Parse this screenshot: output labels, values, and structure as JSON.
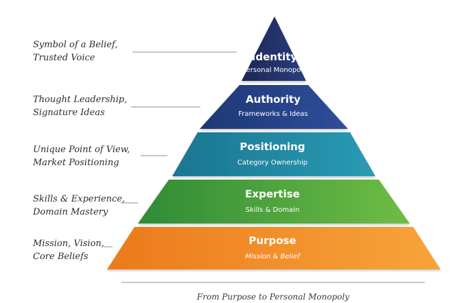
{
  "tiers": [
    {
      "title": "Identity",
      "subtitle": "Personal Monopoly",
      "subtitle_italic": false,
      "color_light": "#2c3d7e",
      "color_dark": "#1b2756"
    },
    {
      "title": "Authority",
      "subtitle": "Frameworks & Ideas",
      "subtitle_italic": false,
      "color_light": "#2f4e9b",
      "color_dark": "#1e3775"
    },
    {
      "title": "Positioning",
      "subtitle": "Category Ownership",
      "subtitle_italic": false,
      "color_light": "#2a9bb3",
      "color_dark": "#1b7591"
    },
    {
      "title": "Expertise",
      "subtitle": "Skills & Domain",
      "subtitle_italic": false,
      "color_light": "#6fbd45",
      "color_dark": "#2f8b36"
    },
    {
      "title": "Purpose",
      "subtitle": "Mission & Belief",
      "subtitle_italic": true,
      "color_light": "#f7a43a",
      "color_dark": "#ec7a1c"
    }
  ],
  "side_labels": [
    {
      "line1": "Symbol of a Belief,",
      "line2": "Trusted Voice"
    },
    {
      "line1": "Thought Leadership,",
      "line2": "Signature Ideas"
    },
    {
      "line1": "Unique Point of View,",
      "line2": "Market Positioning"
    },
    {
      "line1": "Skills & Experience,",
      "line2": "Domain Mastery"
    },
    {
      "line1": "Mission, Vision,",
      "line2": "Core Beliefs"
    }
  ],
  "caption": "From Purpose to Personal Monopoly"
}
